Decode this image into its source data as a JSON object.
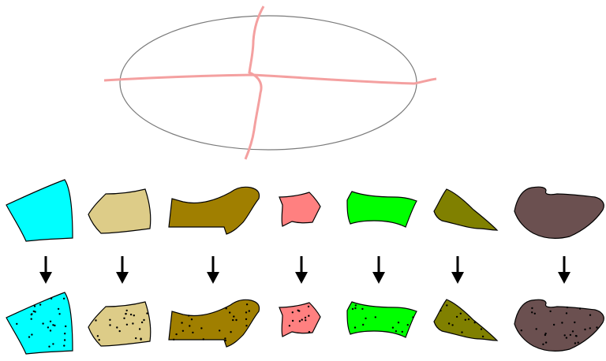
{
  "diagram": {
    "ellipse": {
      "stroke": "#7a7a7a",
      "fill": "none"
    },
    "cut_lines": {
      "stroke": "#f4a0a0"
    },
    "arrows": {
      "color": "#000000",
      "icon": "down-arrow-icon",
      "count": 7
    },
    "pieces": [
      {
        "name": "cyan",
        "fill": "#00ffff"
      },
      {
        "name": "tan",
        "fill": "#ddcc88"
      },
      {
        "name": "olive-brown",
        "fill": "#a07f00"
      },
      {
        "name": "salmon",
        "fill": "#ff8080"
      },
      {
        "name": "green",
        "fill": "#00ff00"
      },
      {
        "name": "olive",
        "fill": "#808000"
      },
      {
        "name": "dark-brown",
        "fill": "#6b5050"
      }
    ],
    "dotted_pieces": {
      "dot_color": "#000000"
    }
  }
}
